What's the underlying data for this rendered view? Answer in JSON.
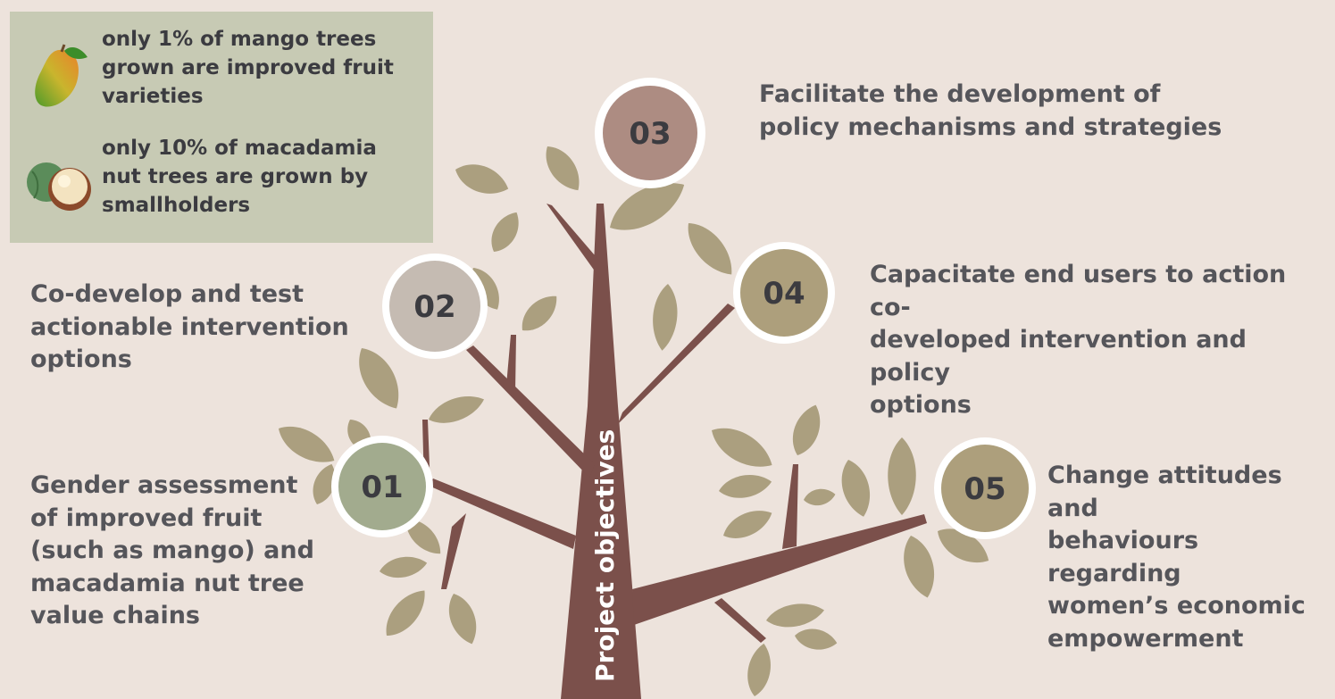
{
  "stats": [
    {
      "icon": "mango-icon",
      "text": "only 1% of mango trees\ngrown are improved fruit\nvarieties"
    },
    {
      "icon": "macadamia-nut-icon",
      "text": "only 10% of macadamia\nnut trees are grown by\nsmallholders"
    }
  ],
  "tree": {
    "trunk_label": "Project objectives"
  },
  "objectives": [
    {
      "number": "01",
      "text": "Gender assessment\nof improved fruit\n(such  as mango) and\nmacadamia nut tree\nvalue chains",
      "color": "#a2ab8e"
    },
    {
      "number": "02",
      "text": "Co-develop and test\nactionable intervention\noptions",
      "color": "#c5bbb2"
    },
    {
      "number": "03",
      "text": "Facilitate the development of\npolicy mechanisms and strategies",
      "color": "#ad8c82"
    },
    {
      "number": "04",
      "text": "Capacitate end users to action co-\ndeveloped intervention and policy\noptions",
      "color": "#ad9f7c"
    },
    {
      "number": "05",
      "text": "Change attitudes and\nbehaviours regarding\nwomen’s economic\nempowerment",
      "color": "#ad9f7c"
    }
  ],
  "colors": {
    "background": "#ede3dc",
    "trunk": "#7b504b",
    "leaf": "#ab9f7f",
    "stats_box": "#c7cab4",
    "node_ring": "#ffffff"
  }
}
